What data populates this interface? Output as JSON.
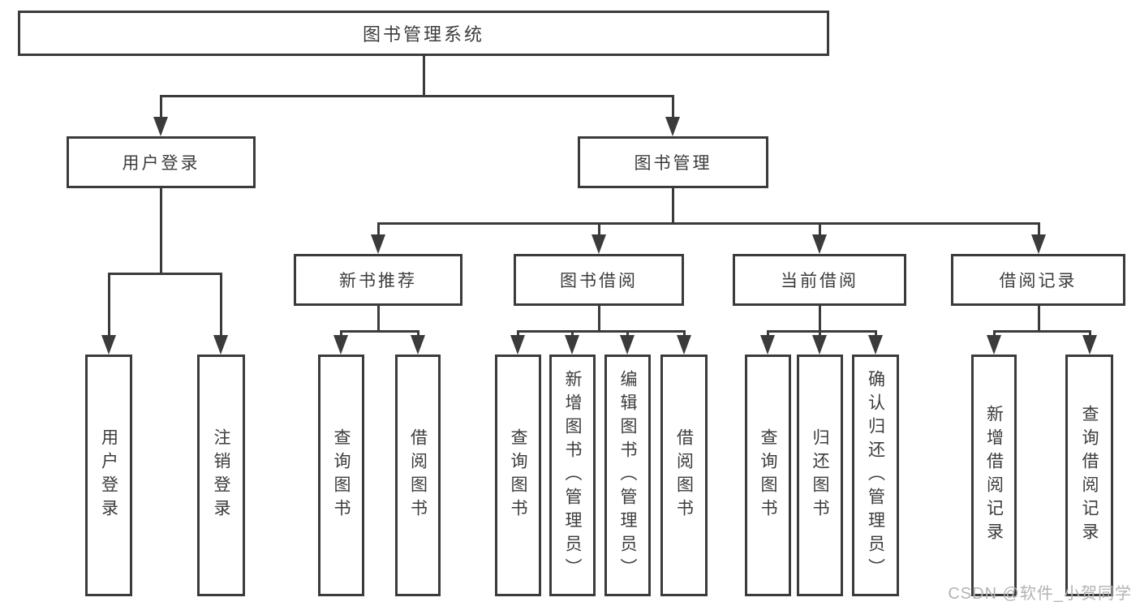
{
  "diagram": {
    "root": {
      "label": "图书管理系统"
    },
    "branches": [
      {
        "label": "用户登录",
        "children": [
          {
            "label": "用户登录"
          },
          {
            "label": "注销登录"
          }
        ]
      },
      {
        "label": "图书管理",
        "children": [
          {
            "label": "新书推荐",
            "children": [
              {
                "label": "查询图书"
              },
              {
                "label": "借阅图书"
              }
            ]
          },
          {
            "label": "图书借阅",
            "children": [
              {
                "label": "查询图书"
              },
              {
                "label": "新增图书（管理员）"
              },
              {
                "label": "编辑图书（管理员）"
              },
              {
                "label": "借阅图书"
              }
            ]
          },
          {
            "label": "当前借阅",
            "children": [
              {
                "label": "查询图书"
              },
              {
                "label": "归还图书"
              },
              {
                "label": "确认归还（管理员）"
              }
            ]
          },
          {
            "label": "借阅记录",
            "children": [
              {
                "label": "新增借阅记录"
              },
              {
                "label": "查询借阅记录"
              }
            ]
          }
        ]
      }
    ]
  },
  "watermark": {
    "text": "CSDN @软件_小贺同学"
  },
  "colors": {
    "line": "#3b3b3b",
    "text": "#3c3c3c",
    "watermark": "#b3b3b3",
    "bg": "#ffffff"
  }
}
